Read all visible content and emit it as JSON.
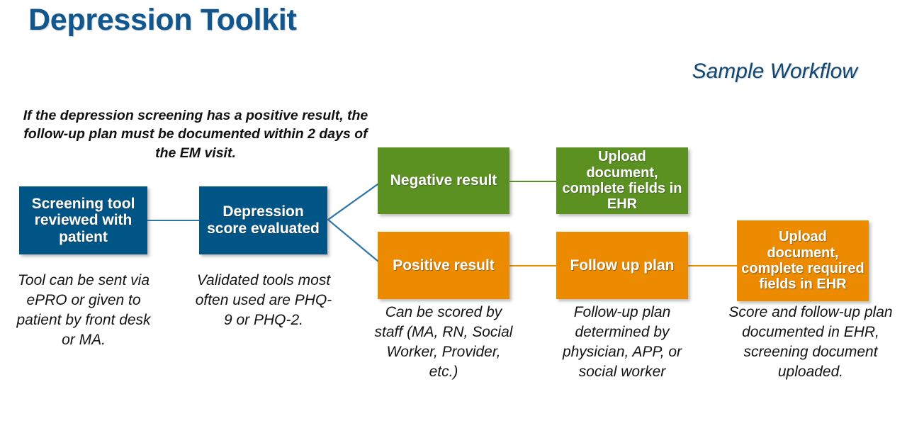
{
  "header": {
    "title": "Depression Toolkit",
    "subtitle": "Sample Workflow",
    "title_color": "#11568C",
    "subtitle_color": "#12466E"
  },
  "note": "If the depression screening has a positive result, the follow-up plan must be documented within 2 days of the EM visit.",
  "colors": {
    "blue": "#005587",
    "green": "#5B9120",
    "orange": "#ED8B00",
    "connector_blue": "#2E75A8",
    "background": "#FFFFFF"
  },
  "flow": {
    "boxes": [
      {
        "id": "screening",
        "label": "Screening tool reviewed with patient",
        "color": "blue"
      },
      {
        "id": "score",
        "label": "Depression score evaluated",
        "color": "blue"
      },
      {
        "id": "negative",
        "label": "Negative result",
        "color": "green"
      },
      {
        "id": "upload_neg",
        "label": "Upload document, complete fields in EHR",
        "color": "green"
      },
      {
        "id": "positive",
        "label": "Positive result",
        "color": "orange"
      },
      {
        "id": "followup",
        "label": "Follow up plan",
        "color": "orange"
      },
      {
        "id": "upload_pos",
        "label": "Upload document, complete required fields in EHR",
        "color": "orange"
      }
    ]
  },
  "captions": {
    "screening": "Tool can be sent via ePRO or given to patient by front desk or MA.",
    "score": "Validated tools most often used are PHQ-9 or PHQ-2.",
    "positive": "Can be scored by staff (MA, RN, Social Worker, Provider, etc.)",
    "followup": "Follow-up plan determined by physician, APP, or social worker",
    "upload_pos": "Score and follow-up plan documented in EHR, screening document uploaded."
  }
}
